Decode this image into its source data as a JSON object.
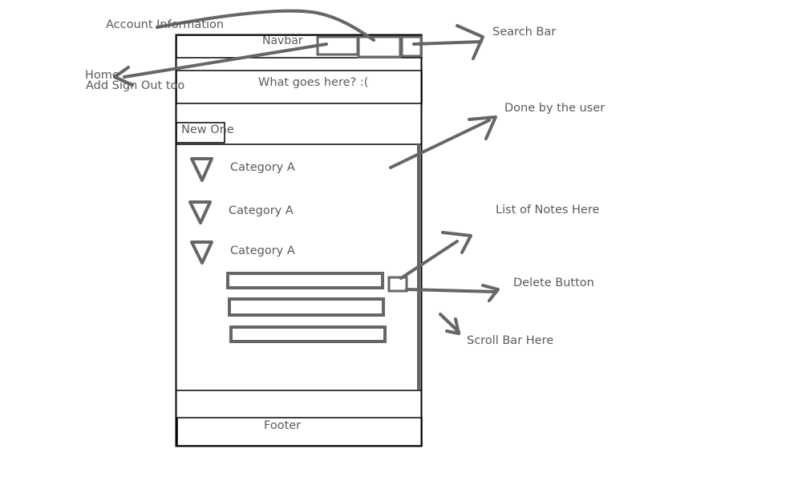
{
  "wireframe": {
    "navbar_label": "Navbar",
    "banner_text": "What goes here? :(",
    "new_button_label": "New One",
    "categories": [
      "Category A",
      "Category A",
      "Category A"
    ],
    "footer_label": "Footer"
  },
  "annotations": {
    "account_info": "Account Information",
    "home": "Home",
    "sign_out": "Add Sign Out too",
    "search_bar": "Search Bar",
    "done_by_user": "Done by the user",
    "list_of_notes": "List of Notes Here",
    "delete_button": "Delete Button",
    "scroll_bar": "Scroll Bar Here"
  },
  "colors": {
    "frame": "#000000",
    "sketch": "#666666",
    "text": "#5a5a5a"
  }
}
